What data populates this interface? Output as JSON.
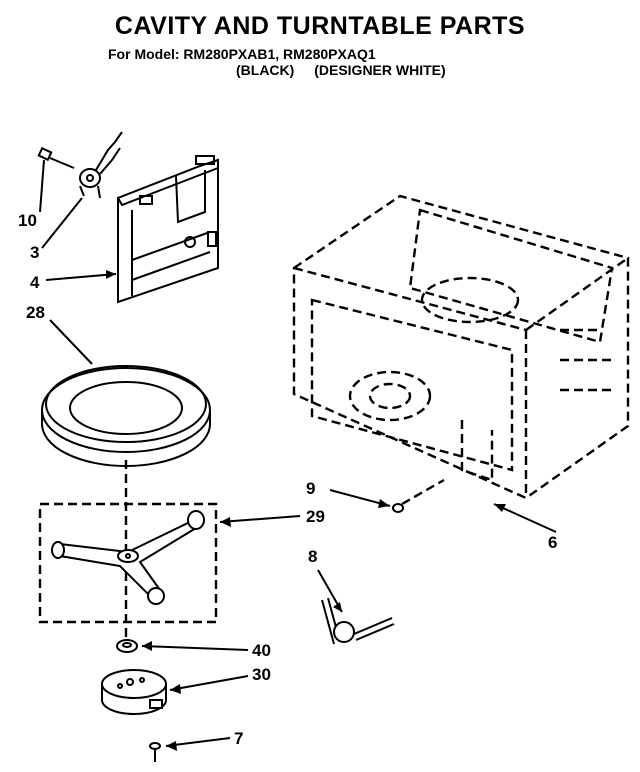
{
  "header": {
    "title": "CAVITY AND TURNTABLE PARTS",
    "model_line": "For Model: RM280PXAB1, RM280PXAQ1",
    "finish_black": "(BLACK)",
    "finish_white": "(DESIGNER WHITE)"
  },
  "callouts": {
    "c10": "10",
    "c3": "3",
    "c4": "4",
    "c28": "28",
    "c9": "9",
    "c29": "29",
    "c6": "6",
    "c8": "8",
    "c40": "40",
    "c30": "30",
    "c7": "7"
  }
}
